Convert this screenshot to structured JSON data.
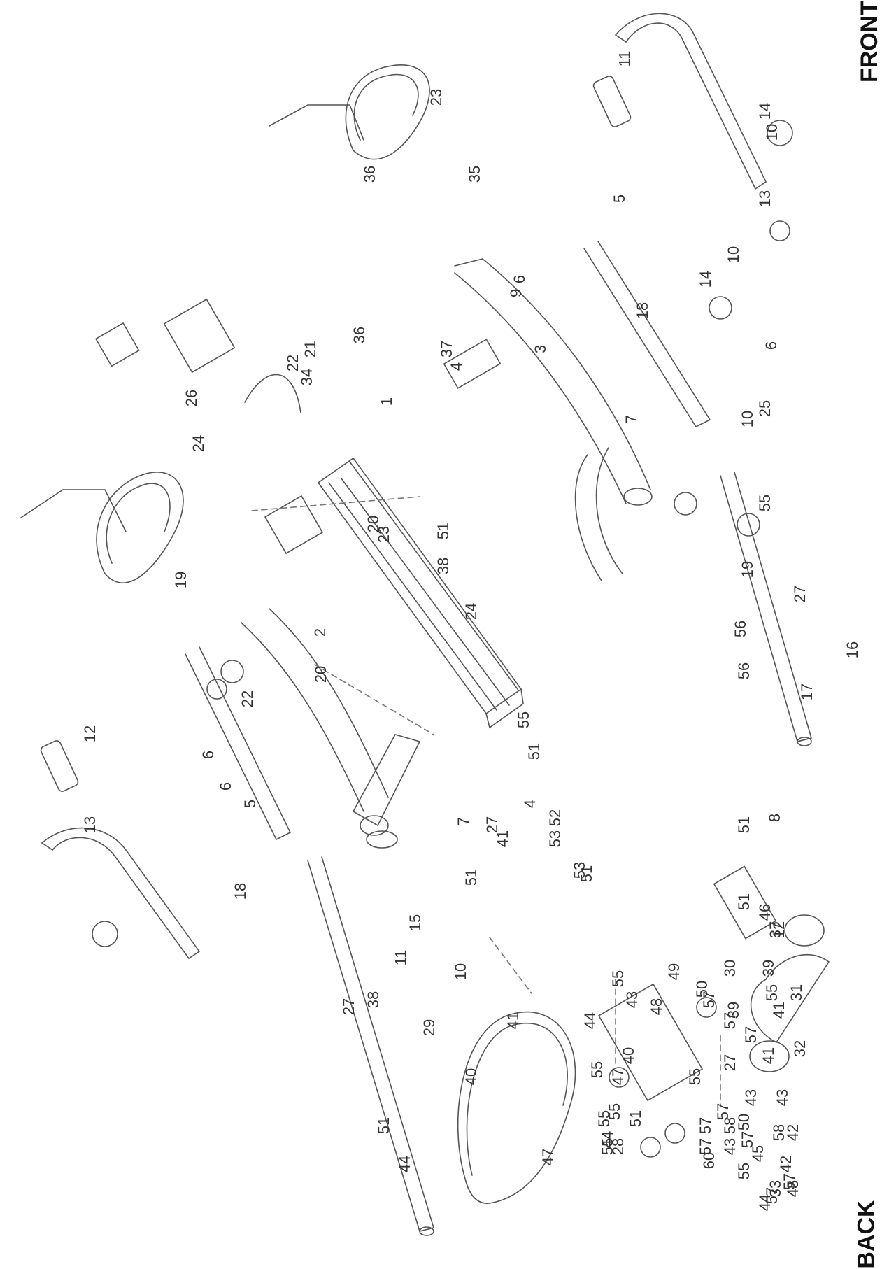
{
  "labels": {
    "front": "FRONT",
    "back": "BACK"
  },
  "colors": {
    "line": "#555555",
    "paper": "#ffffff",
    "text": "#333333"
  },
  "callouts": [
    "1",
    "2",
    "3",
    "4",
    "4",
    "5",
    "5",
    "6",
    "6",
    "6",
    "6",
    "7",
    "7",
    "8",
    "9",
    "10",
    "10",
    "10",
    "10",
    "11",
    "11",
    "12",
    "12",
    "13",
    "13",
    "14",
    "14",
    "15",
    "16",
    "17",
    "18",
    "18",
    "19",
    "19",
    "20",
    "20",
    "21",
    "22",
    "22",
    "23",
    "23",
    "24",
    "24",
    "25",
    "26",
    "27",
    "27",
    "27",
    "27",
    "28",
    "29",
    "30",
    "31",
    "32",
    "33",
    "34",
    "35",
    "36",
    "36",
    "37",
    "37",
    "38",
    "38",
    "39",
    "39",
    "40",
    "40",
    "41",
    "41",
    "41",
    "41",
    "42",
    "42",
    "43",
    "43",
    "43",
    "43",
    "43",
    "44",
    "44",
    "44",
    "44",
    "45",
    "45",
    "46",
    "47",
    "47",
    "48",
    "49",
    "50",
    "50",
    "51",
    "51",
    "51",
    "51",
    "51",
    "51",
    "51",
    "51",
    "52",
    "53",
    "53",
    "55",
    "55",
    "55",
    "55",
    "55",
    "55",
    "55",
    "55",
    "55",
    "55",
    "56",
    "56",
    "57",
    "57",
    "57",
    "57",
    "57",
    "57",
    "57",
    "57",
    "57",
    "58",
    "58",
    "60"
  ]
}
